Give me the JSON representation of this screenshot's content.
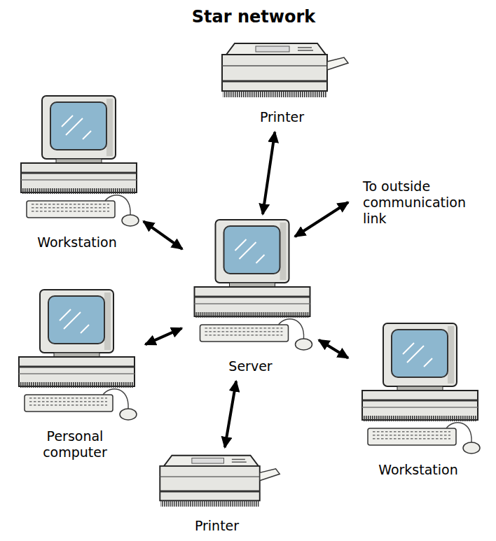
{
  "diagram": {
    "title": "Star network",
    "nodes": [
      {
        "text": [
          "Printer"
        ]
      },
      {
        "text": [
          "Workstation"
        ]
      },
      {
        "text": [
          "Server"
        ]
      },
      {
        "text": [
          "Personal computer"
        ]
      },
      {
        "text": [
          "Workstation"
        ]
      },
      {
        "text": [
          "Printer"
        ]
      }
    ],
    "edges": [
      {
        "from": 2,
        "to": 0,
        "arrow": "both"
      },
      {
        "from": 2,
        "to": 1,
        "arrow": "both"
      },
      {
        "from": 2,
        "to": 3,
        "arrow": "both"
      },
      {
        "from": 2,
        "to": 4,
        "arrow": "both"
      },
      {
        "from": 2,
        "to": 5,
        "arrow": "both"
      }
    ],
    "labels": [
      "To outside communication link"
    ]
  }
}
